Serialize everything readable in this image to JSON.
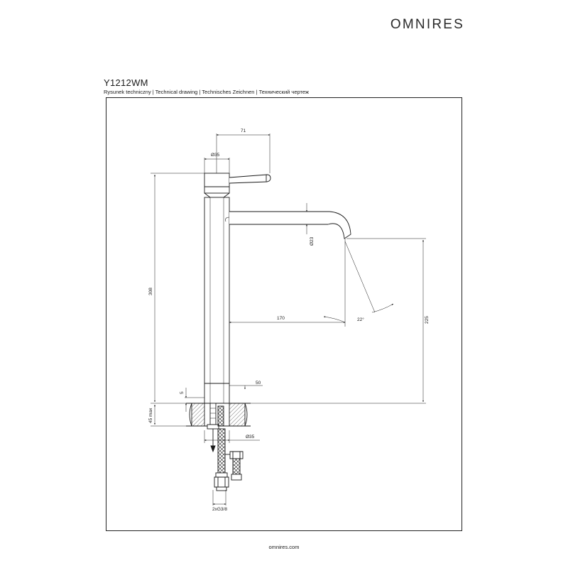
{
  "header": {
    "brand": "OMNIRES",
    "model": "Y1212WM",
    "subtitle": "Rysunek techniczny | Technical drawing | Technisches Zeichnen | Технический чертеж"
  },
  "dimensions": {
    "handle_reach": "71",
    "body_diameter": "Ø35",
    "total_height": "308",
    "outlet_diameter": "Ø23",
    "spout_reach": "170",
    "rotation_angle": "22°",
    "spout_height": "225",
    "base_width": "50",
    "base_offset": "5",
    "countertop_max": "45 max",
    "hole_diameter": "Ø35",
    "connection": "2xG3/8"
  },
  "footer": {
    "url": "omnires.com"
  }
}
